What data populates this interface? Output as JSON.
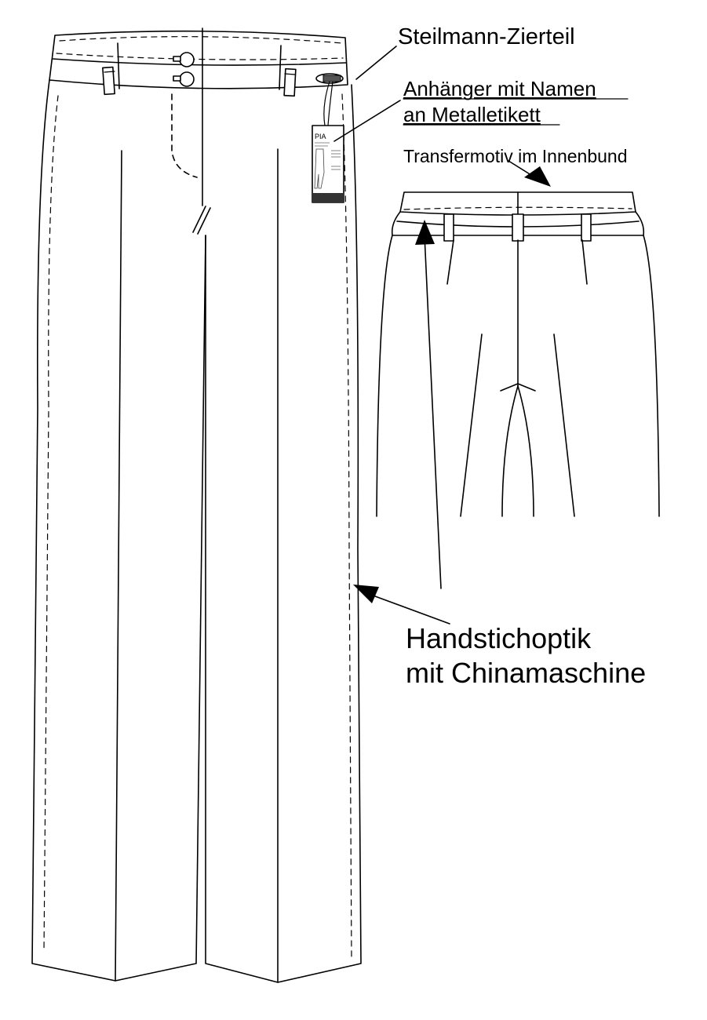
{
  "annotations": {
    "zierteil": "Steilmann-Zierteil",
    "haenger_line1": "Anhänger mit Namen",
    "haenger_line2": "an Metalletikett",
    "transfer": "Transfermotiv im Innenbund",
    "handstich_line1": "Handstichoptik",
    "handstich_line2": "mit Chinamaschine"
  },
  "hangtag": {
    "name": "PIA"
  },
  "colors": {
    "ink": "#000000",
    "paper": "#ffffff",
    "tag_band": "#333333"
  }
}
